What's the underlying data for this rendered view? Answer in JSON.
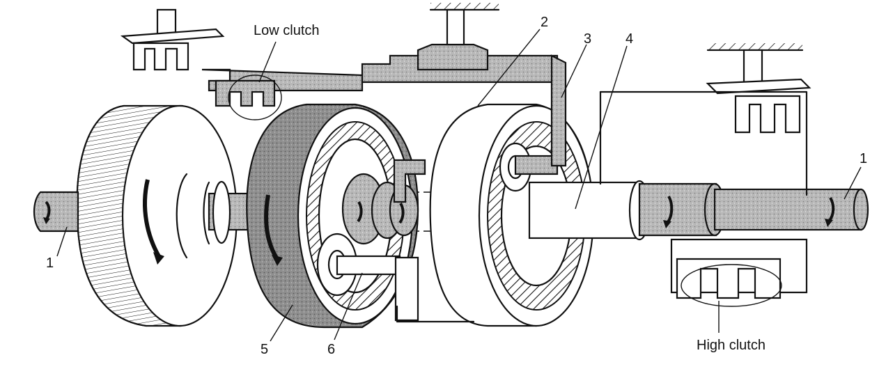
{
  "labels": {
    "low_clutch": "Low clutch",
    "high_clutch": "High clutch",
    "n1_left": "1",
    "n1_right": "1",
    "n2": "2",
    "n3": "3",
    "n4": "4",
    "n5": "5",
    "n6": "6"
  }
}
